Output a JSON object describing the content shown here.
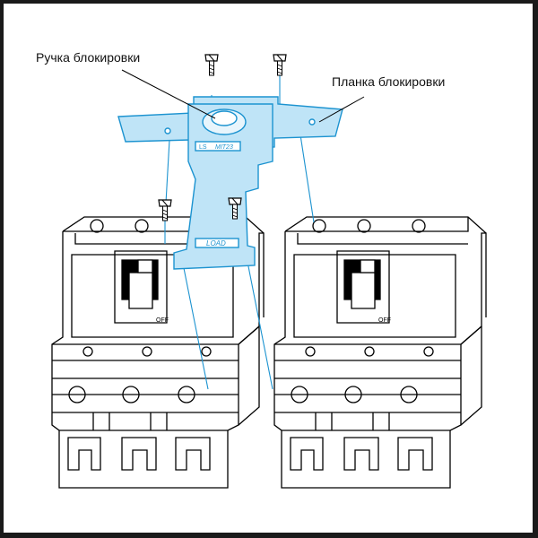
{
  "labels": {
    "handle": "Ручка блокировки",
    "plate": "Планка блокировки"
  },
  "markings": {
    "brand": "LS",
    "model": "MIT23",
    "load": "LOAD",
    "off": "OFF"
  },
  "colors": {
    "accent": "#1c93d0",
    "accent_fill": "#bfe4f7",
    "line": "#000000",
    "shade": "#d9d9d9"
  },
  "icons": [
    "screw-icon"
  ]
}
